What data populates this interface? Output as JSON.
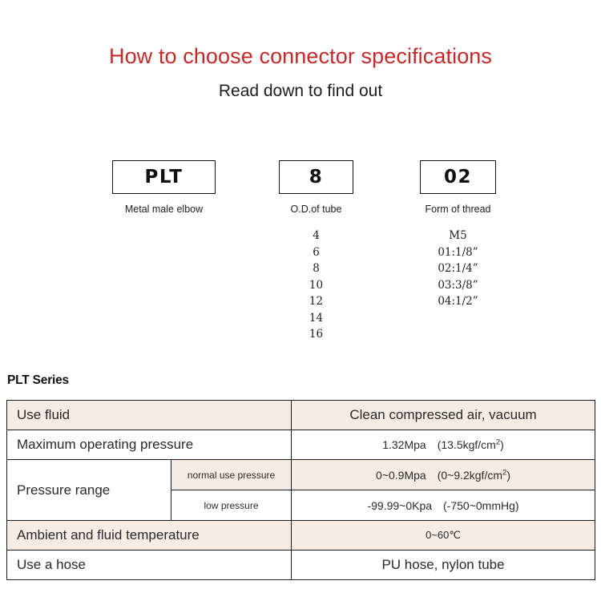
{
  "header": {
    "title": "How to choose connector specifications",
    "subtitle": "Read down to find out",
    "title_color": "#c62a28"
  },
  "code_breakdown": {
    "columns": [
      {
        "box_value": "PLT",
        "caption": "Metal male elbow",
        "options": []
      },
      {
        "box_value": "8",
        "caption": "O.D.of tube",
        "options": [
          "4",
          "6",
          "8",
          "10",
          "12",
          "14",
          "16"
        ]
      },
      {
        "box_value": "02",
        "caption": "Form of thread",
        "options": [
          "M5",
          "01:1/8”",
          "02:1/4”",
          "03:3/8”",
          "04:1/2”"
        ]
      }
    ]
  },
  "spec": {
    "series_label": "PLT Series",
    "row_beige_color": "#f6ece3",
    "rows": [
      {
        "label": "Use fluid",
        "value_prefix": "Clean compressed air, vacuum",
        "value_sup": "",
        "value_suffix": ""
      },
      {
        "label": "Maximum operating pressure",
        "value_prefix": "1.32Mpa　(13.5kgf/cm",
        "value_sup": "2",
        "value_suffix": ")"
      },
      {
        "label": "Pressure range",
        "sub_label_1": "normal use pressure",
        "sub_value_1_prefix": "0~0.9Mpa　(0~9.2kgf/cm",
        "sub_value_1_sup": "2",
        "sub_value_1_suffix": ")",
        "sub_label_2": "low pressure",
        "sub_value_2_prefix": "-99.99~0Kpa　(-750~0mmHg)",
        "sub_value_2_sup": "",
        "sub_value_2_suffix": ""
      },
      {
        "label": "Ambient and fluid temperature",
        "value_prefix": "0~60℃",
        "value_sup": "",
        "value_suffix": ""
      },
      {
        "label": "Use a hose",
        "value_prefix": "PU hose, nylon tube",
        "value_sup": "",
        "value_suffix": ""
      }
    ]
  }
}
